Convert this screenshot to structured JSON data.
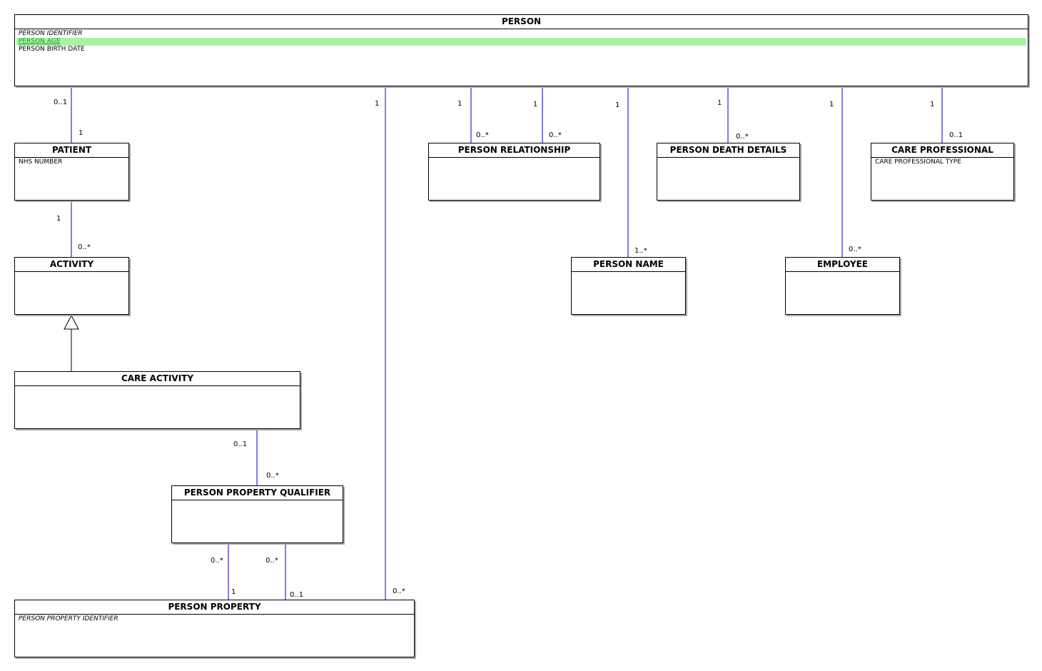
{
  "colors": {
    "association": "#0000c0",
    "generalization": "#000000",
    "highlight_bg": "#a6f3a6",
    "highlight_text": "#1f9a1f"
  },
  "entities": {
    "person": {
      "title": "PERSON",
      "attributes": [
        "PERSON IDENTIFIER",
        "PERSON AGE",
        "PERSON BIRTH DATE"
      ]
    },
    "patient": {
      "title": "PATIENT",
      "attributes": [
        "NHS NUMBER"
      ]
    },
    "activity": {
      "title": "ACTIVITY"
    },
    "care_activity": {
      "title": "CARE ACTIVITY"
    },
    "person_property_qualifier": {
      "title": "PERSON PROPERTY QUALIFIER"
    },
    "person_property": {
      "title": "PERSON PROPERTY",
      "attributes": [
        "PERSON PROPERTY IDENTIFIER"
      ]
    },
    "person_relationship": {
      "title": "PERSON RELATIONSHIP"
    },
    "person_death_details": {
      "title": "PERSON DEATH DETAILS"
    },
    "care_professional": {
      "title": "CARE PROFESSIONAL",
      "attributes": [
        "CARE PROFESSIONAL TYPE"
      ]
    },
    "person_name": {
      "title": "PERSON NAME"
    },
    "employee": {
      "title": "EMPLOYEE"
    }
  },
  "multiplicities": {
    "person_patient_person_end": "0..1",
    "person_patient_patient_end": "1",
    "patient_activity_patient_end": "1",
    "patient_activity_activity_end": "0..*",
    "person_property_person_end": "1",
    "person_property_property_end": "0..*",
    "person_relationship_a_person_end": "1",
    "person_relationship_a_rel_end": "0..*",
    "person_relationship_b_person_end": "1",
    "person_relationship_b_rel_end": "0..*",
    "person_name_person_end": "1",
    "person_name_name_end": "1..*",
    "person_death_person_end": "1",
    "person_death_death_end": "0..*",
    "person_employee_person_end": "1",
    "person_employee_employee_end": "0..*",
    "person_careprof_person_end": "1",
    "person_careprof_careprof_end": "0..1",
    "careactivity_qualifier_activity_end": "0..1",
    "careactivity_qualifier_qualifier_end": "0..*",
    "qualifier_property_a_qualifier_end": "0..*",
    "qualifier_property_a_property_end": "1",
    "qualifier_property_b_qualifier_end": "0..*",
    "qualifier_property_b_property_end": "0..1"
  }
}
